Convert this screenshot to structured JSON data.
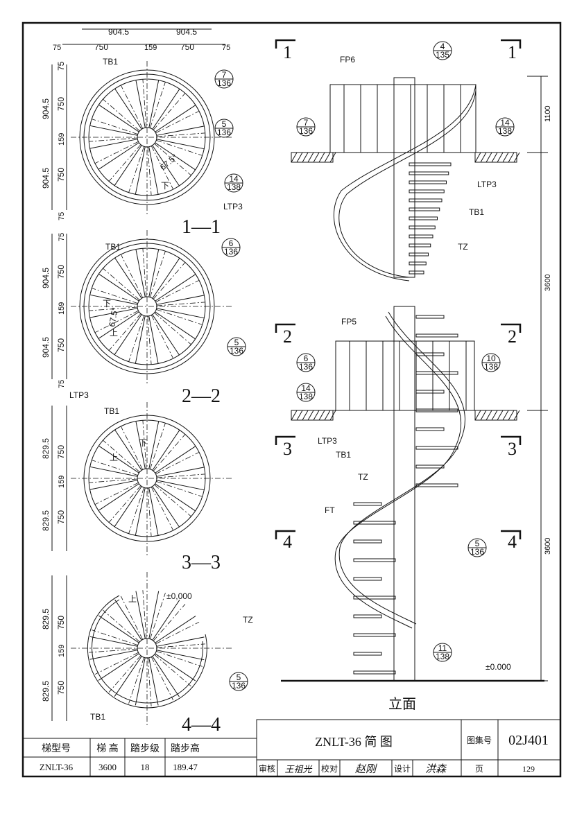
{
  "plans": [
    {
      "title": "1—1",
      "dims_top": [
        "904.5",
        "904.5"
      ],
      "dims_top2": [
        "75",
        "750",
        "159",
        "750",
        "75"
      ],
      "dims_left": [
        "75",
        "904.5",
        "750",
        "159",
        "904.5",
        "750",
        "75"
      ],
      "angle": "67.5°",
      "down": "下",
      "labels": [
        "TB1",
        "LTP3"
      ],
      "callouts": [
        {
          "n": "7",
          "d": "136"
        },
        {
          "n": "5",
          "d": "136"
        },
        {
          "n": "14",
          "d": "138"
        }
      ]
    },
    {
      "title": "2—2",
      "dims_left": [
        "75",
        "904.5",
        "750",
        "159",
        "904.5",
        "750",
        "75"
      ],
      "angle": "67.5°",
      "down": "下",
      "up": "上",
      "labels": [
        "TB1",
        "LTP3"
      ],
      "callouts": [
        {
          "n": "6",
          "d": "136"
        },
        {
          "n": "5",
          "d": "136"
        }
      ]
    },
    {
      "title": "3—3",
      "dims_left": [
        "829.5",
        "750",
        "159",
        "829.5",
        "750"
      ],
      "down": "下",
      "up": "上",
      "labels": [
        "TB1"
      ]
    },
    {
      "title": "4—4",
      "dims_left": [
        "829.5",
        "750",
        "159",
        "829.5",
        "750"
      ],
      "up": "上",
      "level": "±0,000",
      "labels": [
        "TZ",
        "TB1"
      ],
      "callouts": [
        {
          "n": "5",
          "d": "136"
        }
      ]
    }
  ],
  "elevation": {
    "title": "立面",
    "sections": [
      "1",
      "1",
      "2",
      "2",
      "3",
      "3",
      "4",
      "4"
    ],
    "labels": {
      "fp6": "FP6",
      "ltp3a": "LTP3",
      "tb1a": "TB1",
      "tza": "TZ",
      "fp5": "FP5",
      "ltp3b": "LTP3",
      "tb1b": "TB1",
      "tzb": "TZ",
      "ft": "FT",
      "level": "±0.000"
    },
    "dims": [
      "1100",
      "3600",
      "3600"
    ],
    "callouts": [
      {
        "n": "4",
        "d": "135"
      },
      {
        "n": "7",
        "d": "136"
      },
      {
        "n": "14",
        "d": "138"
      },
      {
        "n": "10",
        "d": "138"
      },
      {
        "n": "6",
        "d": "136"
      },
      {
        "n": "14",
        "d": "138"
      },
      {
        "n": "5",
        "d": "136"
      },
      {
        "n": "11",
        "d": "138"
      }
    ]
  },
  "spec_table": {
    "headers": [
      "梯型号",
      "梯  高",
      "踏步级",
      "踏步高"
    ],
    "row": [
      "ZNLT-36",
      "3600",
      "18",
      "189.47"
    ]
  },
  "title_block": {
    "title": "ZNLT-36  简  图",
    "atlas_label": "图集号",
    "atlas_no": "02J401",
    "review_label": "审核",
    "review_sig": "王祖光",
    "check_label": "校对",
    "check_sig": "赵刚",
    "design_label": "设计",
    "design_sig": "洪森",
    "page_label": "页",
    "page_no": "129"
  }
}
